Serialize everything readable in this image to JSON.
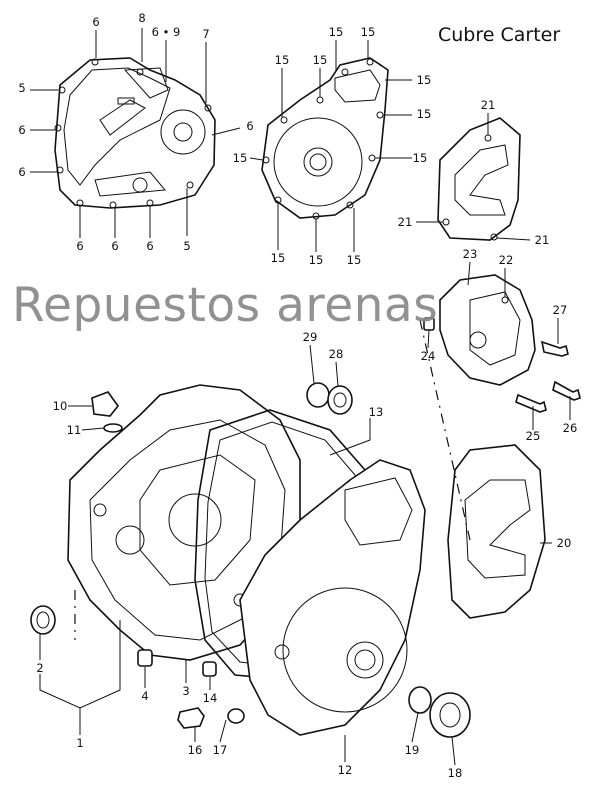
{
  "title": "Cubre Carter",
  "watermark": "Repuestos arenas",
  "callouts": [
    {
      "id": "c6a",
      "text": "6"
    },
    {
      "id": "c8",
      "text": "8"
    },
    {
      "id": "c69",
      "text": "6 • 9"
    },
    {
      "id": "c7",
      "text": "7"
    },
    {
      "id": "c5a",
      "text": "5"
    },
    {
      "id": "c6b",
      "text": "6"
    },
    {
      "id": "c6c",
      "text": "6"
    },
    {
      "id": "c6d",
      "text": "6"
    },
    {
      "id": "c6e",
      "text": "6"
    },
    {
      "id": "c6f",
      "text": "6"
    },
    {
      "id": "c6g",
      "text": "6"
    },
    {
      "id": "c5b",
      "text": "5"
    },
    {
      "id": "c15a",
      "text": "15"
    },
    {
      "id": "c15b",
      "text": "15"
    },
    {
      "id": "c15c",
      "text": "15"
    },
    {
      "id": "c15d",
      "text": "15"
    },
    {
      "id": "c15e",
      "text": "15"
    },
    {
      "id": "c15f",
      "text": "15"
    },
    {
      "id": "c15g",
      "text": "15"
    },
    {
      "id": "c15h",
      "text": "15"
    },
    {
      "id": "c15i",
      "text": "15"
    },
    {
      "id": "c15j",
      "text": "15"
    },
    {
      "id": "c15k",
      "text": "15"
    },
    {
      "id": "c21a",
      "text": "21"
    },
    {
      "id": "c21b",
      "text": "21"
    },
    {
      "id": "c21c",
      "text": "21"
    },
    {
      "id": "c23",
      "text": "23"
    },
    {
      "id": "c22",
      "text": "22"
    },
    {
      "id": "c24",
      "text": "24"
    },
    {
      "id": "c27",
      "text": "27"
    },
    {
      "id": "c25",
      "text": "25"
    },
    {
      "id": "c26",
      "text": "26"
    },
    {
      "id": "c29",
      "text": "29"
    },
    {
      "id": "c28",
      "text": "28"
    },
    {
      "id": "c13",
      "text": "13"
    },
    {
      "id": "c10",
      "text": "10"
    },
    {
      "id": "c11",
      "text": "11"
    },
    {
      "id": "c20",
      "text": "20"
    },
    {
      "id": "c2",
      "text": "2"
    },
    {
      "id": "c4",
      "text": "4"
    },
    {
      "id": "c3",
      "text": "3"
    },
    {
      "id": "c14",
      "text": "14"
    },
    {
      "id": "c1",
      "text": "1"
    },
    {
      "id": "c16",
      "text": "16"
    },
    {
      "id": "c17",
      "text": "17"
    },
    {
      "id": "c12",
      "text": "12"
    },
    {
      "id": "c19",
      "text": "19"
    },
    {
      "id": "c18",
      "text": "18"
    }
  ]
}
